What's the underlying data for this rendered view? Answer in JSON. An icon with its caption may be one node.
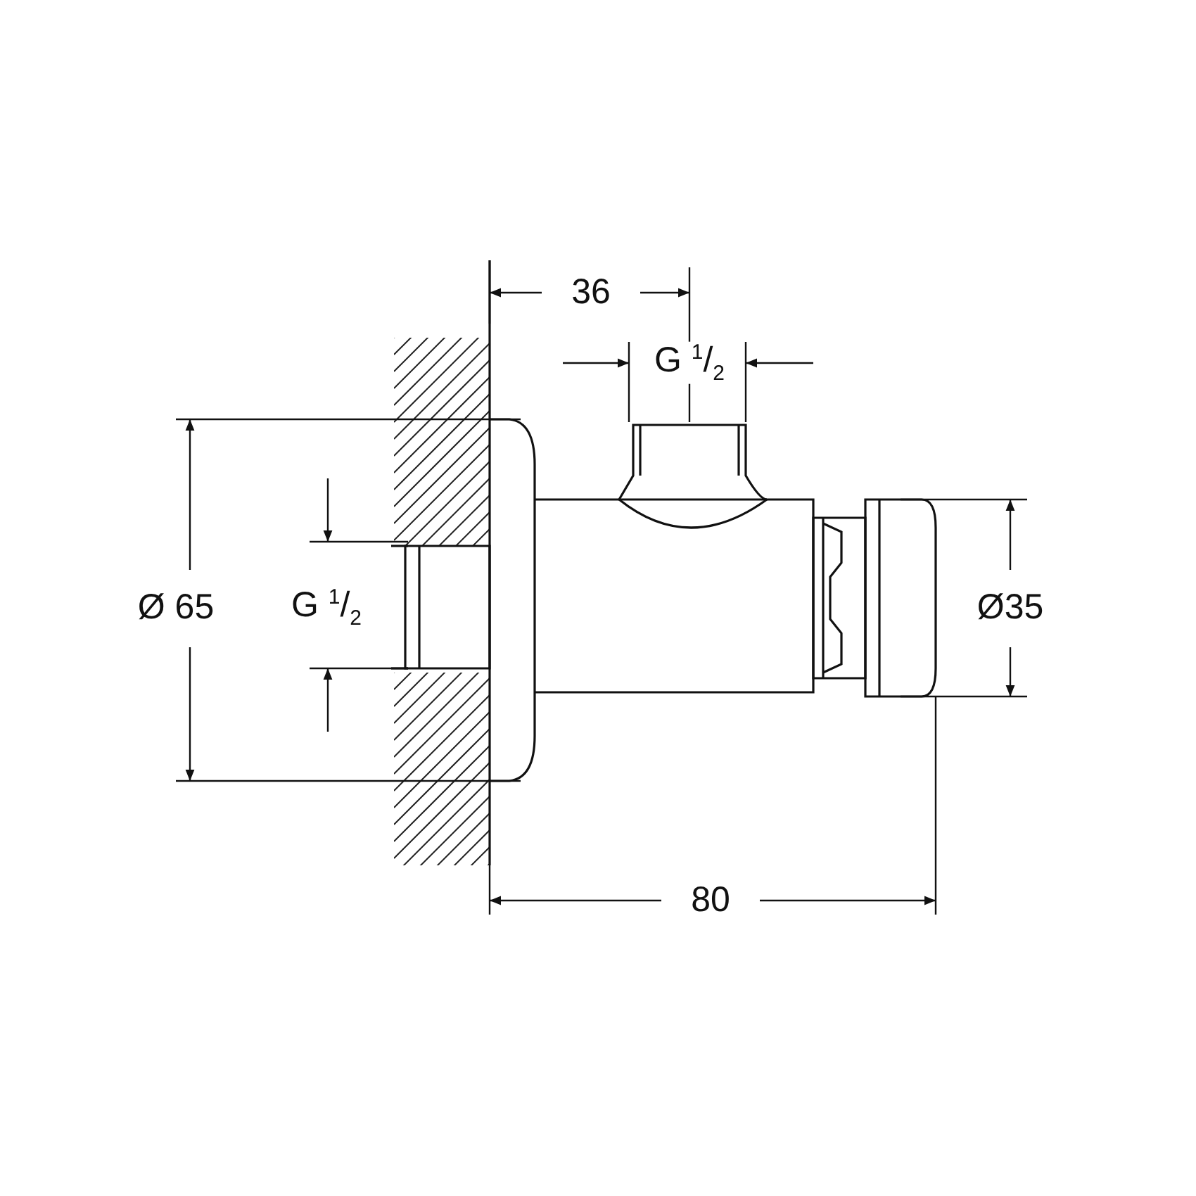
{
  "diagram": {
    "labels": [
      "36",
      "G $^{1}$/$_{2}$",
      "Ø 65",
      "G $^{1}$/$_{2}$",
      "Ø35",
      "80"
    ]
  }
}
